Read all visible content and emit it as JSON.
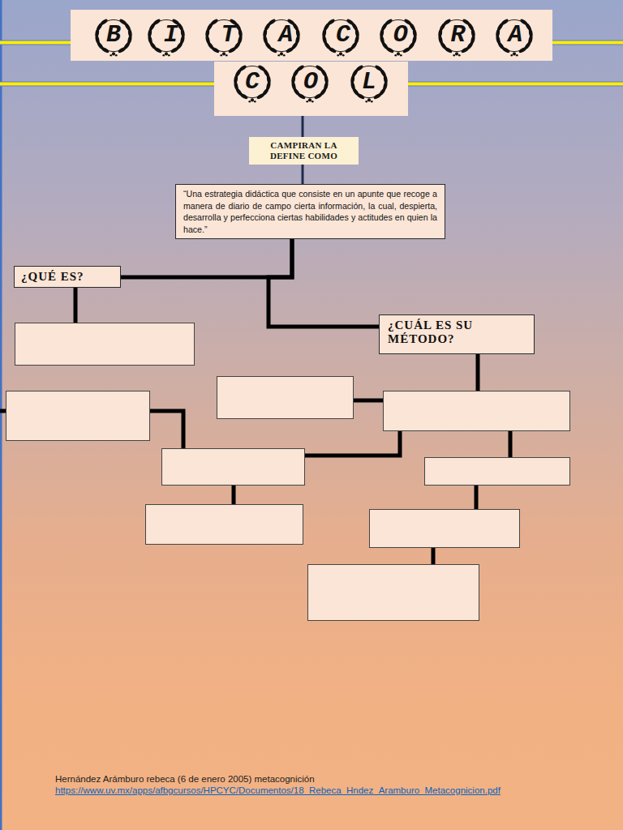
{
  "diagram": {
    "nodes": [
      {
        "text": [
          "BITACORA"
        ]
      },
      {
        "text": [
          "COL"
        ]
      },
      {
        "text": [
          "CAMPIRAN LA DEFINE COMO"
        ]
      },
      {
        "text": [
          "“Una estrategia didáctica que consiste en un apunte que recoge a manera de diario de campo cierta información, la cual, despierta, desarrolla y perfecciona ciertas habilidades y actitudes en quien la hace.”"
        ]
      },
      {
        "text": [
          "¿QUÉ ES?"
        ]
      },
      {
        "text": [
          "¿CUÁL ES SU MÉTODO?"
        ]
      }
    ],
    "edges": [
      {
        "from": 1,
        "to": 2,
        "arrow": "none"
      },
      {
        "from": 2,
        "to": 3,
        "arrow": "none"
      },
      {
        "from": 3,
        "to": 4,
        "arrow": "none"
      },
      {
        "from": 3,
        "to": 5,
        "arrow": "none"
      }
    ],
    "labels": [
      "Hernández Arámburo rebeca (6 de enero 2005) metacognición",
      "https://www.uv.mx/apps/afbgcursos/HPCYC/Documentos/18_Rebeca_Hndez_Aramburo_Metacognicion.pdf"
    ]
  }
}
